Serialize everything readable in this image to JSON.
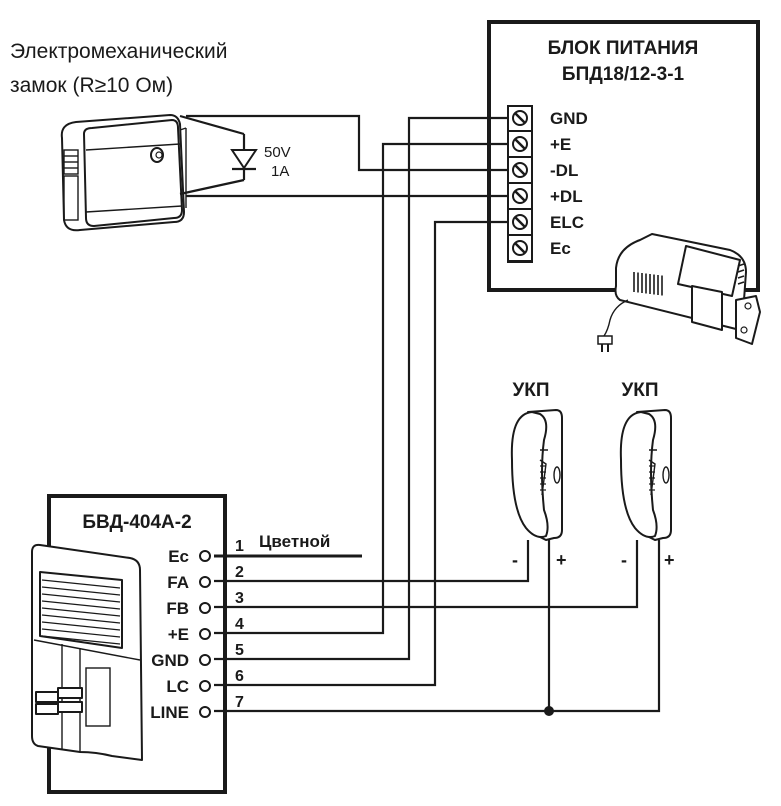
{
  "lock": {
    "title_line1": "Электромеханический",
    "title_line2": "замок (R≥10 Ом)",
    "diode_voltage": "50V",
    "diode_current": "1A"
  },
  "psu": {
    "title_line1": "БЛОК ПИТАНИЯ",
    "title_line2": "БПД18/12-3-1",
    "terminals": [
      "GND",
      "+E",
      "-DL",
      "+DL",
      "ELC",
      "Ec"
    ]
  },
  "handsets": [
    {
      "label": "УКП",
      "minus": "-",
      "plus": "+"
    },
    {
      "label": "УКП",
      "minus": "-",
      "plus": "+"
    }
  ],
  "panel": {
    "title": "БВД-404А-2",
    "terminals": [
      {
        "name": "Ec",
        "number": "1"
      },
      {
        "name": "FA",
        "number": "2"
      },
      {
        "name": "FB",
        "number": "3"
      },
      {
        "name": "+E",
        "number": "4"
      },
      {
        "name": "GND",
        "number": "5"
      },
      {
        "name": "LC",
        "number": "6"
      },
      {
        "name": "LINE",
        "number": "7"
      }
    ],
    "ec_wire_label": "Цветной"
  }
}
